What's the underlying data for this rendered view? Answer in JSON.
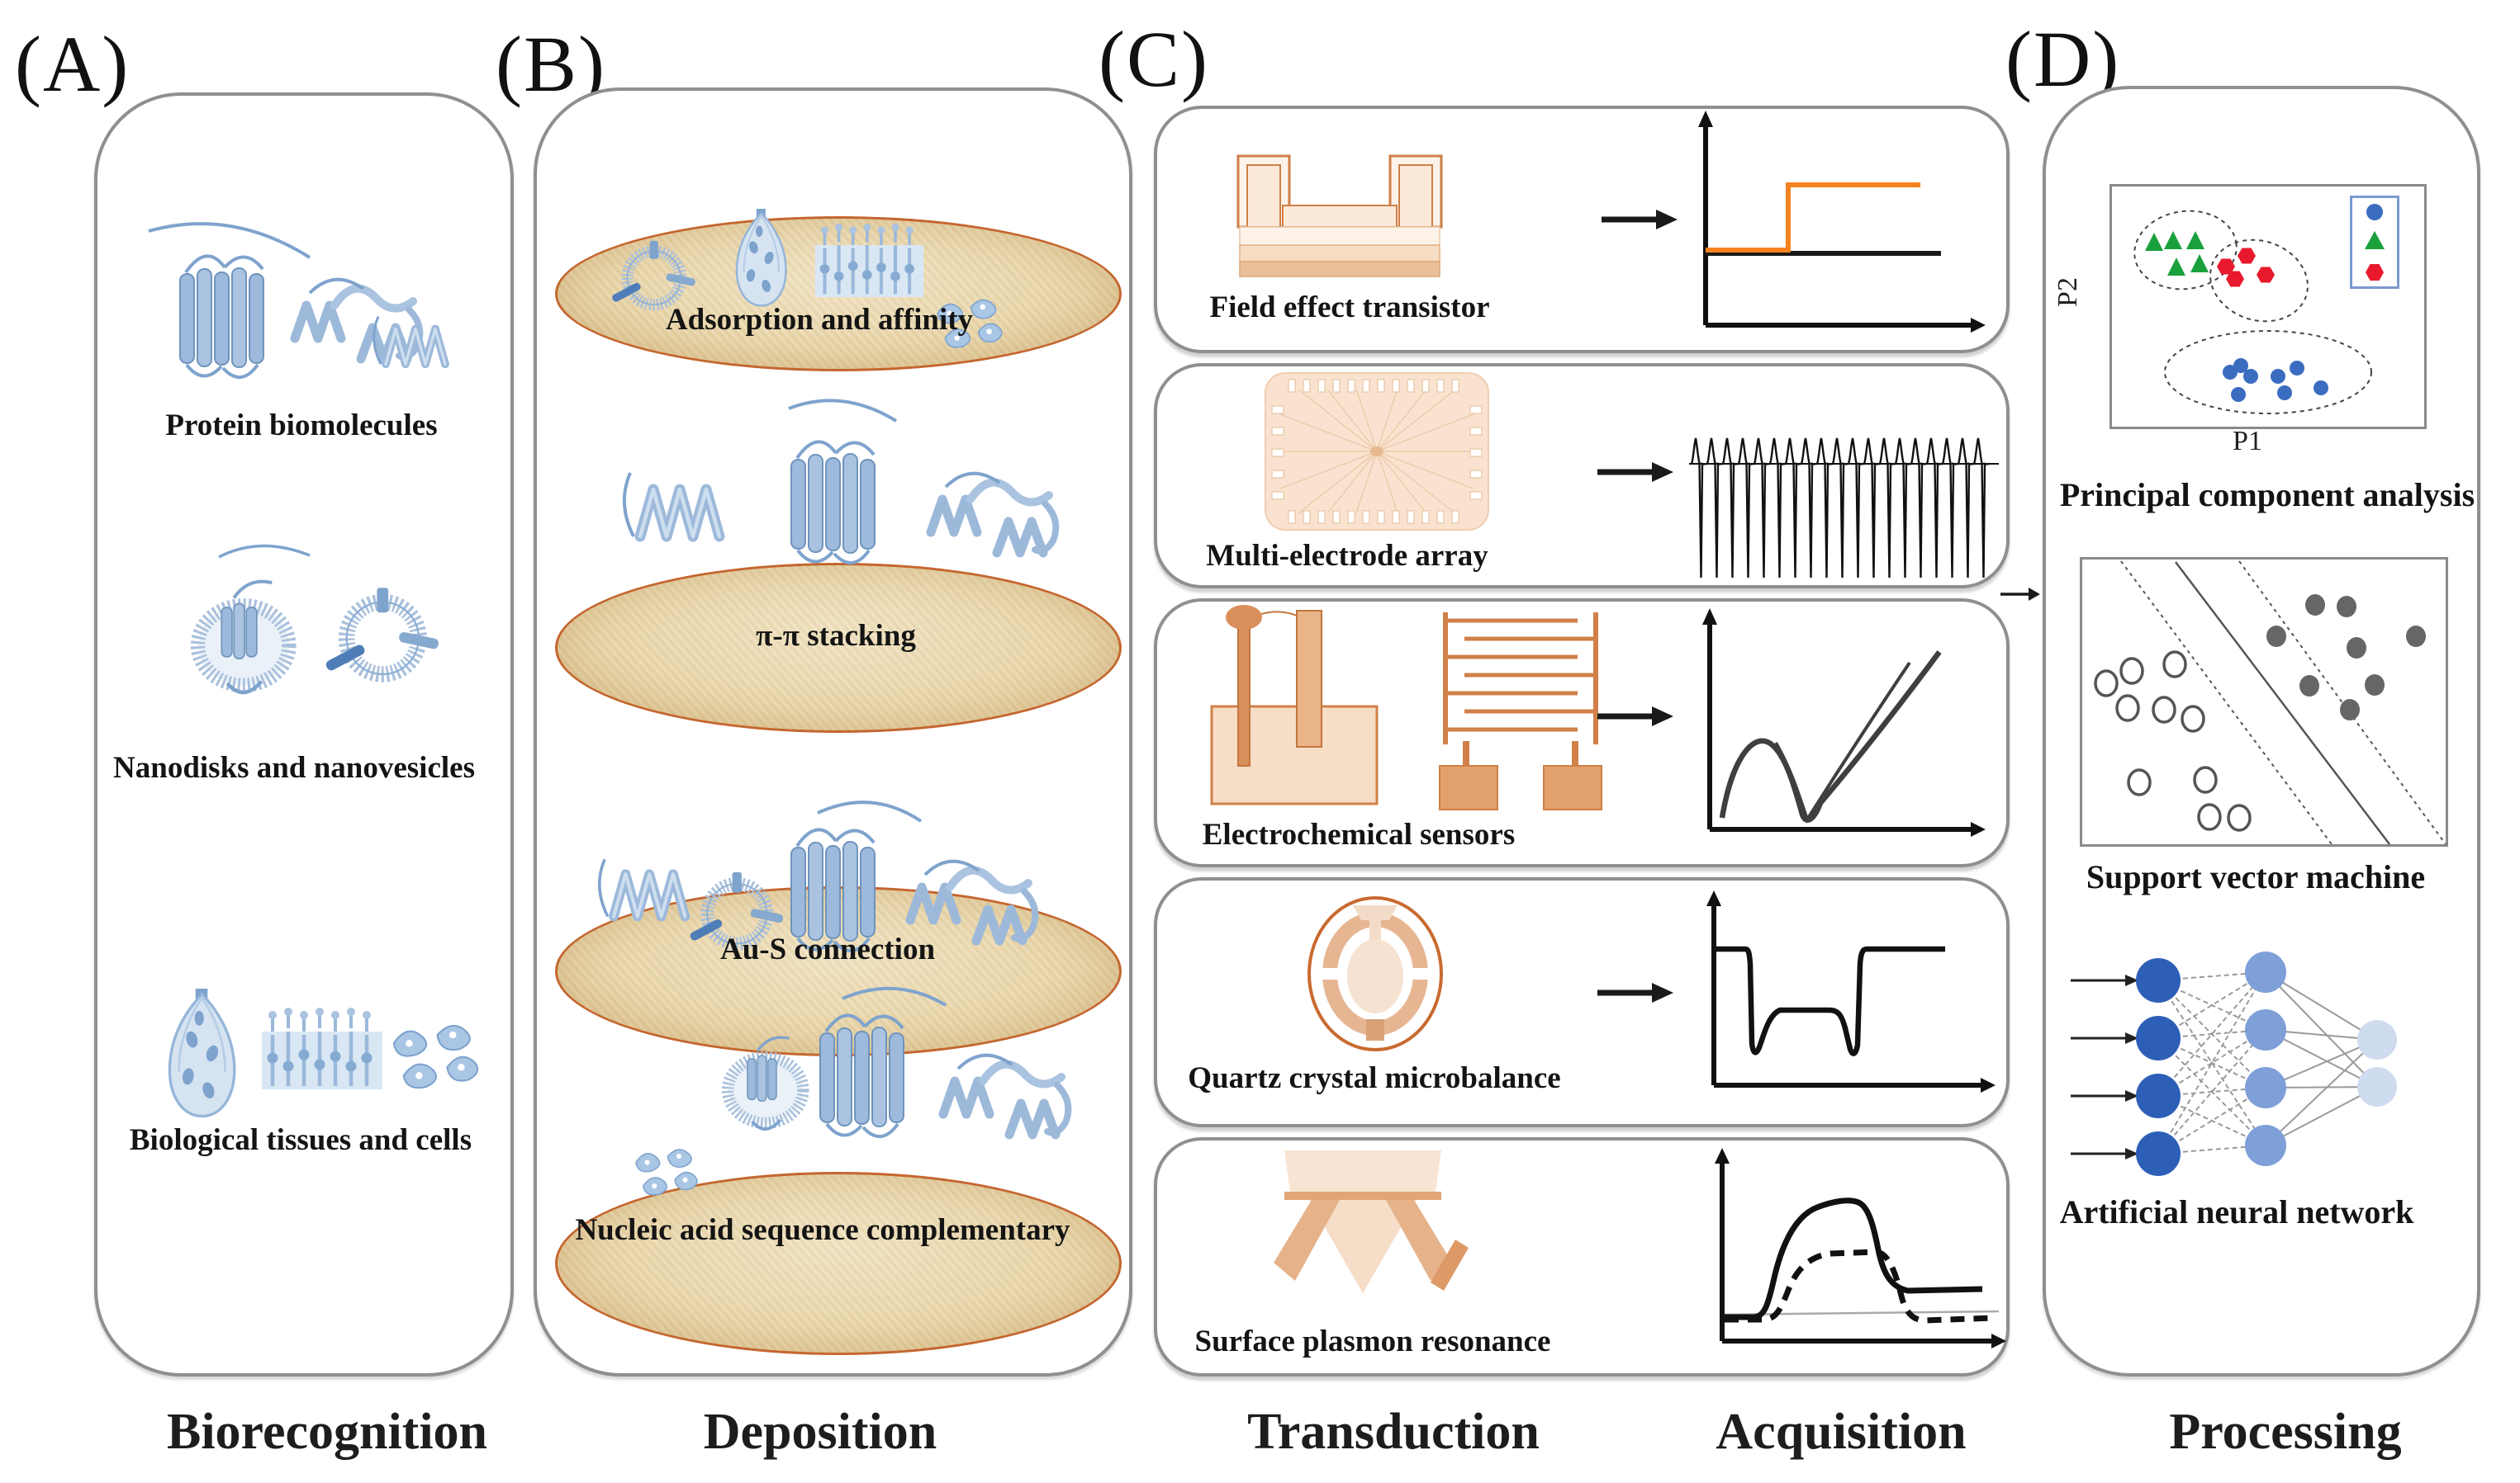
{
  "figure": {
    "type": "biosensor-workflow-diagram",
    "stages": [
      "Biorecognition",
      "Deposition",
      "Transduction",
      "Acquisition",
      "Processing"
    ]
  },
  "colors": {
    "panel_border": "#8f8f8f",
    "molecule_blue": "#9db9dc",
    "dark_blue_rod": "#4f7db8",
    "tan_ellipse_fill": "#e9d6aa",
    "tan_ellipse_border": "#c4662f",
    "orange_outline": "#cf7f45",
    "orange_fill_light": "#f8e4d2",
    "orange_fill_mid": "#e5b28a",
    "accent_orange_line": "#f5821f",
    "graph_black": "#111111",
    "pca_green": "#1aa03c",
    "pca_red": "#e8192c",
    "pca_blue": "#3a6cc0",
    "svm_gray_dot": "#666666",
    "ann_input_blue": "#2e5fb7",
    "ann_hidden_blue": "#7e9fd8",
    "ann_output_blue": "#cfdbee"
  },
  "panel_a": {
    "letter": "(A)",
    "footer": "Biorecognition",
    "items": [
      {
        "label": "Protein biomolecules"
      },
      {
        "label": "Nanodisks and nanovesicles"
      },
      {
        "label": "Biological tissues and cells"
      }
    ]
  },
  "panel_b": {
    "letter": "(B)",
    "footer": "Deposition",
    "items": [
      {
        "label": "Adsorption and affinity"
      },
      {
        "label": "π-π stacking"
      },
      {
        "label": "Au-S connection"
      },
      {
        "label": "Nucleic acid sequence complementary"
      }
    ]
  },
  "panel_c": {
    "letter": "(C)",
    "footer_transduction": "Transduction",
    "footer_acquisition": "Acquisition",
    "items": [
      {
        "label": "Field effect transistor",
        "signal_icon": "step-response-curve"
      },
      {
        "label": "Multi-electrode array",
        "signal_icon": "spike-train"
      },
      {
        "label": "Electrochemical sensors",
        "signal_icon": "voltammogram-curve"
      },
      {
        "label": "Quartz crystal microbalance",
        "signal_icon": "frequency-shift-curve"
      },
      {
        "label": "Surface plasmon resonance",
        "signal_icon": "sensorgram-curves"
      }
    ]
  },
  "panel_d": {
    "letter": "(D)",
    "footer": "Processing",
    "items": [
      {
        "label": "Principal component analysis",
        "xlabel": "P1",
        "ylabel": "P2"
      },
      {
        "label": "Support vector machine"
      },
      {
        "label": "Artificial neural network"
      }
    ]
  }
}
